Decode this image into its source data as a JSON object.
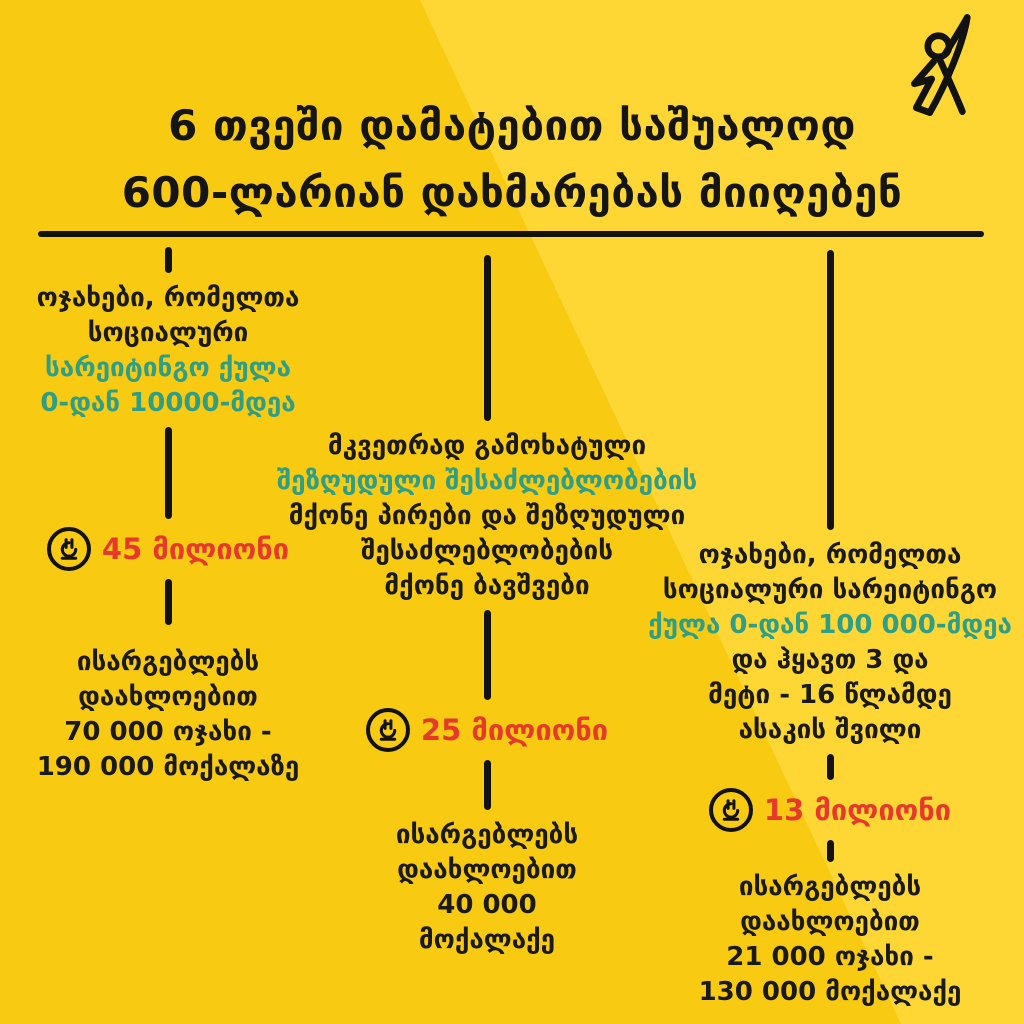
{
  "title": {
    "line1": "6 თვეში დამატებით საშუალოდ",
    "line2": "600-ლარიან დახმარებას მიიღებენ"
  },
  "colors": {
    "background": "#F8CA12",
    "background_light": "#FFD734",
    "text_black": "#1a1a1a",
    "accent_teal": "#2E9E86",
    "accent_red": "#E6392C"
  },
  "icons": {
    "logo": "person-figure-icon",
    "amount": "lari-circle-icon"
  },
  "columns": [
    {
      "criteria": {
        "0": "ოჯახები, რომელთა",
        "1": "სოციალური",
        "2": "სარეიტინგო ქულა",
        "3": "0-დან 10000-მდეა"
      },
      "amount": "45 მილიონი",
      "beneficiaries": {
        "0": "ისარგებლებს",
        "1": "დაახლოებით",
        "2": "70 000 ოჯახი -",
        "3": "190 000 მოქალაზე"
      }
    },
    {
      "criteria": {
        "0": "მკვეთრად გამოხატული",
        "1": "შეზღუდული შესაძლებლობების",
        "2": "მქონე პირები და შეზღუდული",
        "3": "შესაძლებლობების",
        "4": "მქონე ბავშვები"
      },
      "amount": "25 მილიონი",
      "beneficiaries": {
        "0": "ისარგებლებს",
        "1": "დაახლოებით",
        "2": "40 000",
        "3": "მოქალაქე"
      }
    },
    {
      "criteria": {
        "0": "ოჯახები, რომელთა",
        "1": "სოციალური სარეიტინგო",
        "2": "ქულა 0-დან 100 000-მდეა",
        "3": "და ჰყავთ 3 და",
        "4": "მეტი - 16 წლამდე",
        "5": "ასაკის შვილი"
      },
      "amount": "13 მილიონი",
      "beneficiaries": {
        "0": "ისარგებლებს",
        "1": "დაახლოებით",
        "2": "21 000 ოჯახი -",
        "3": "130 000 მოქალაქე"
      }
    }
  ]
}
